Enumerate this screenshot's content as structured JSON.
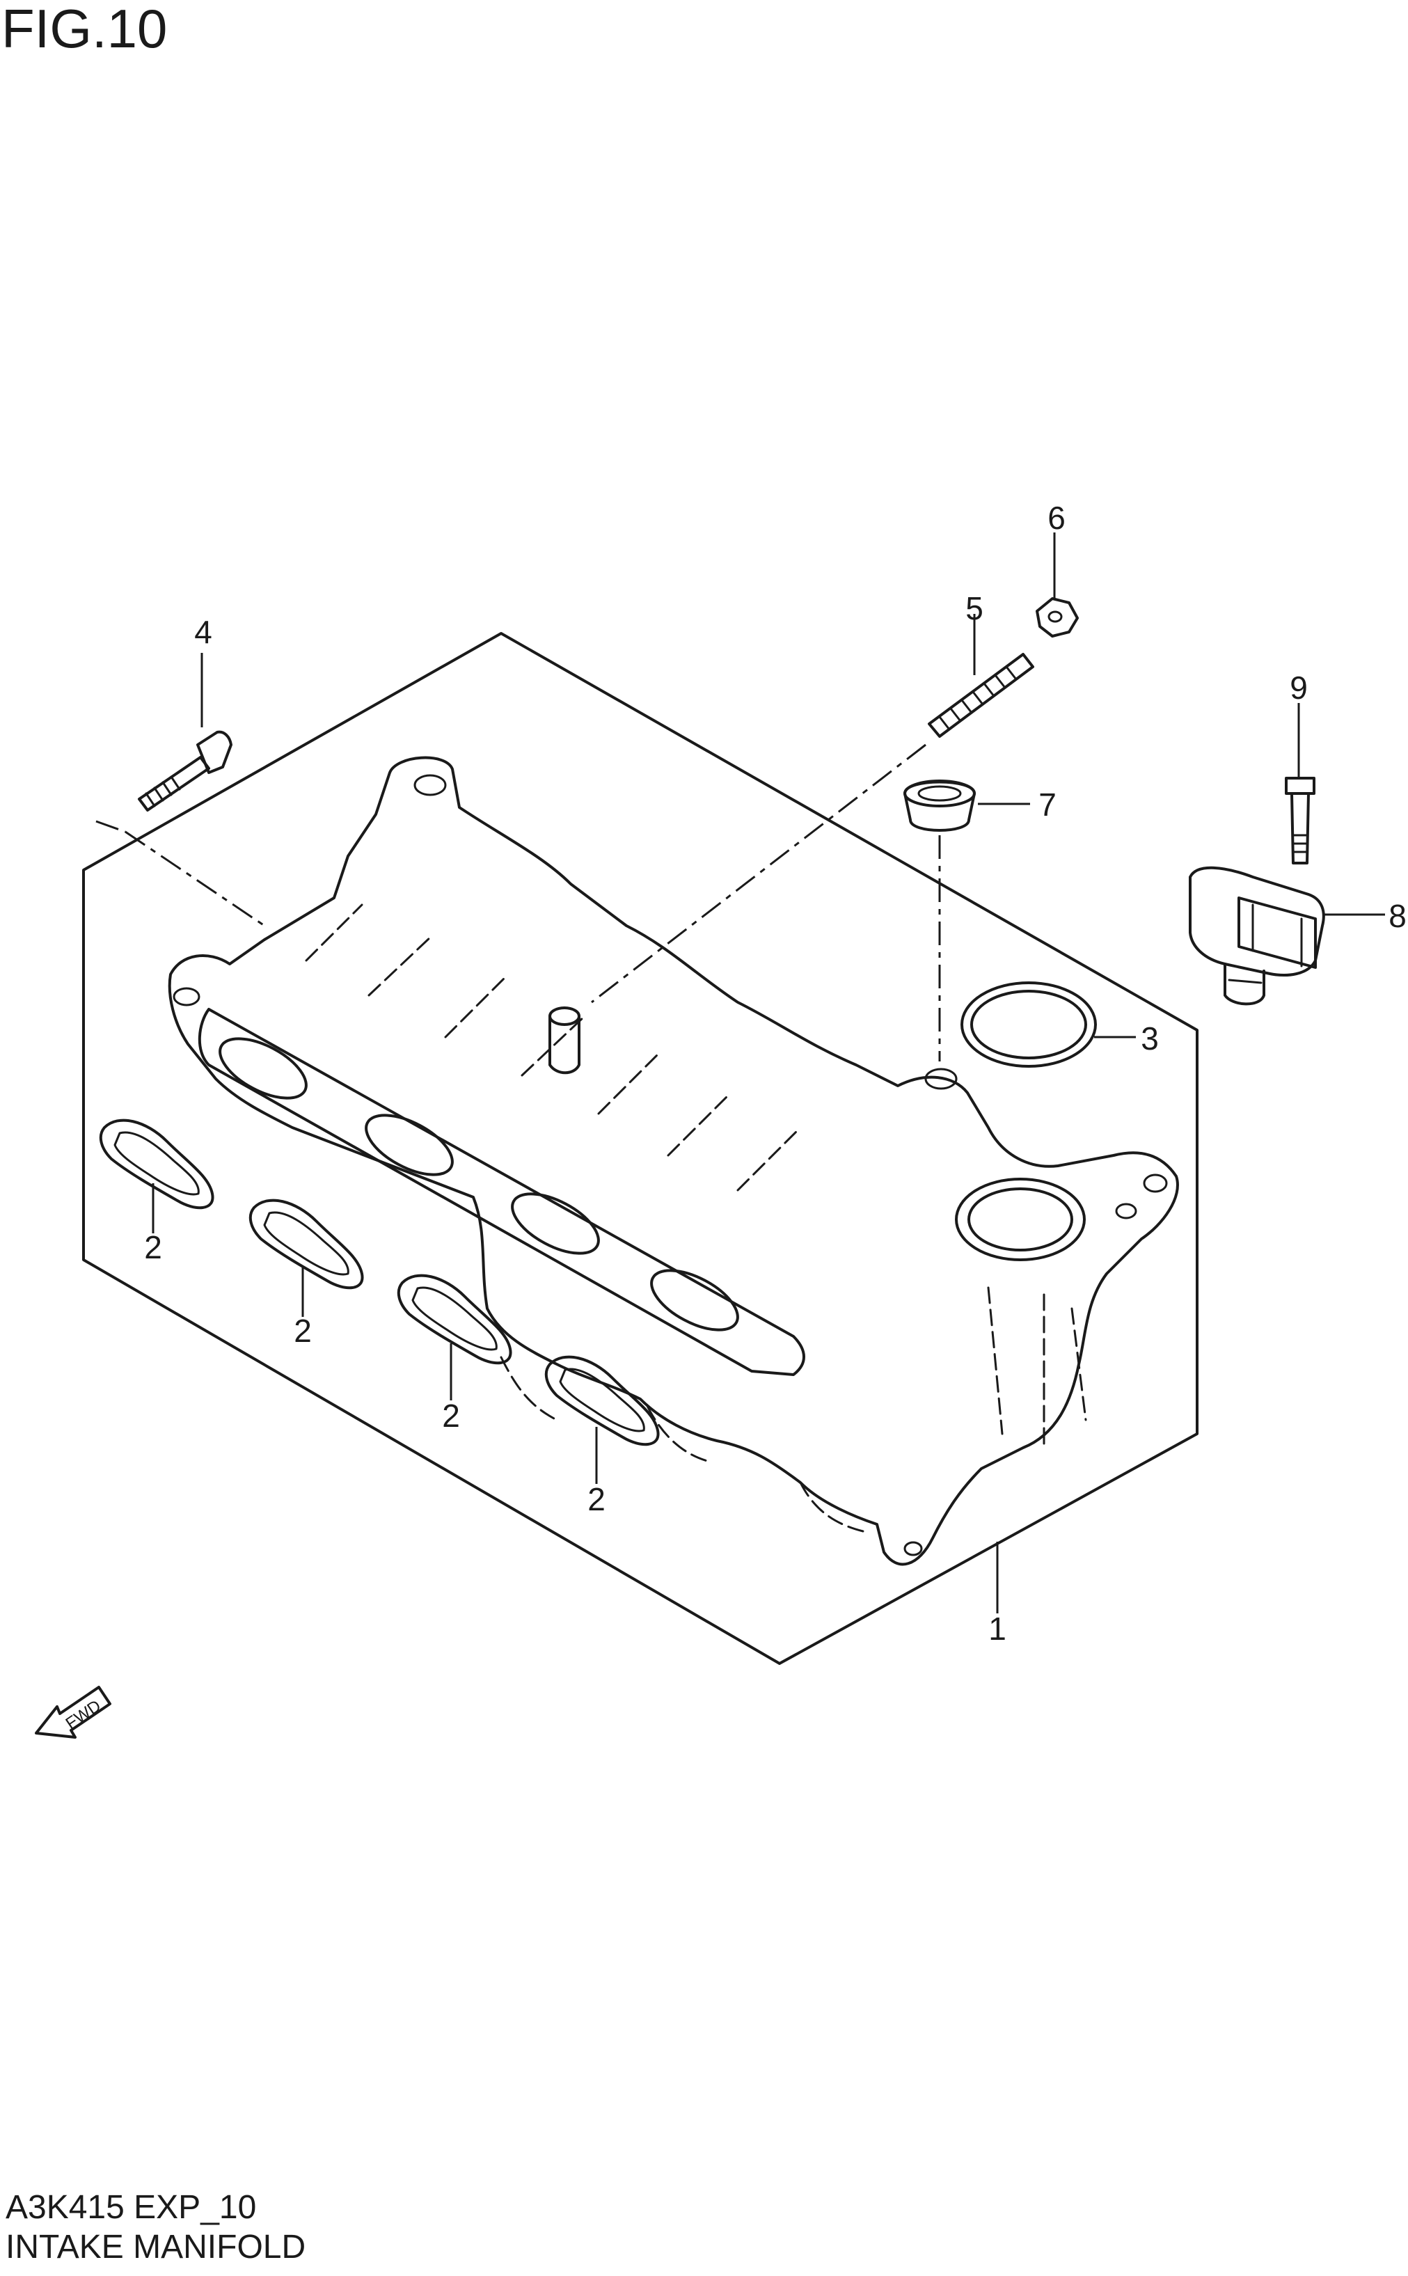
{
  "figure": {
    "title": "FIG.10",
    "code": "A3K415 EXP_10",
    "name": "INTAKE MANIFOLD"
  },
  "callouts": {
    "c1": "1",
    "c2a": "2",
    "c2b": "2",
    "c2c": "2",
    "c2d": "2",
    "c3": "3",
    "c4": "4",
    "c5": "5",
    "c6": "6",
    "c7": "7",
    "c8": "8",
    "c9": "9"
  },
  "fwd_badge": "FWD",
  "colors": {
    "ink": "#1a1a1a",
    "background": "#ffffff"
  }
}
